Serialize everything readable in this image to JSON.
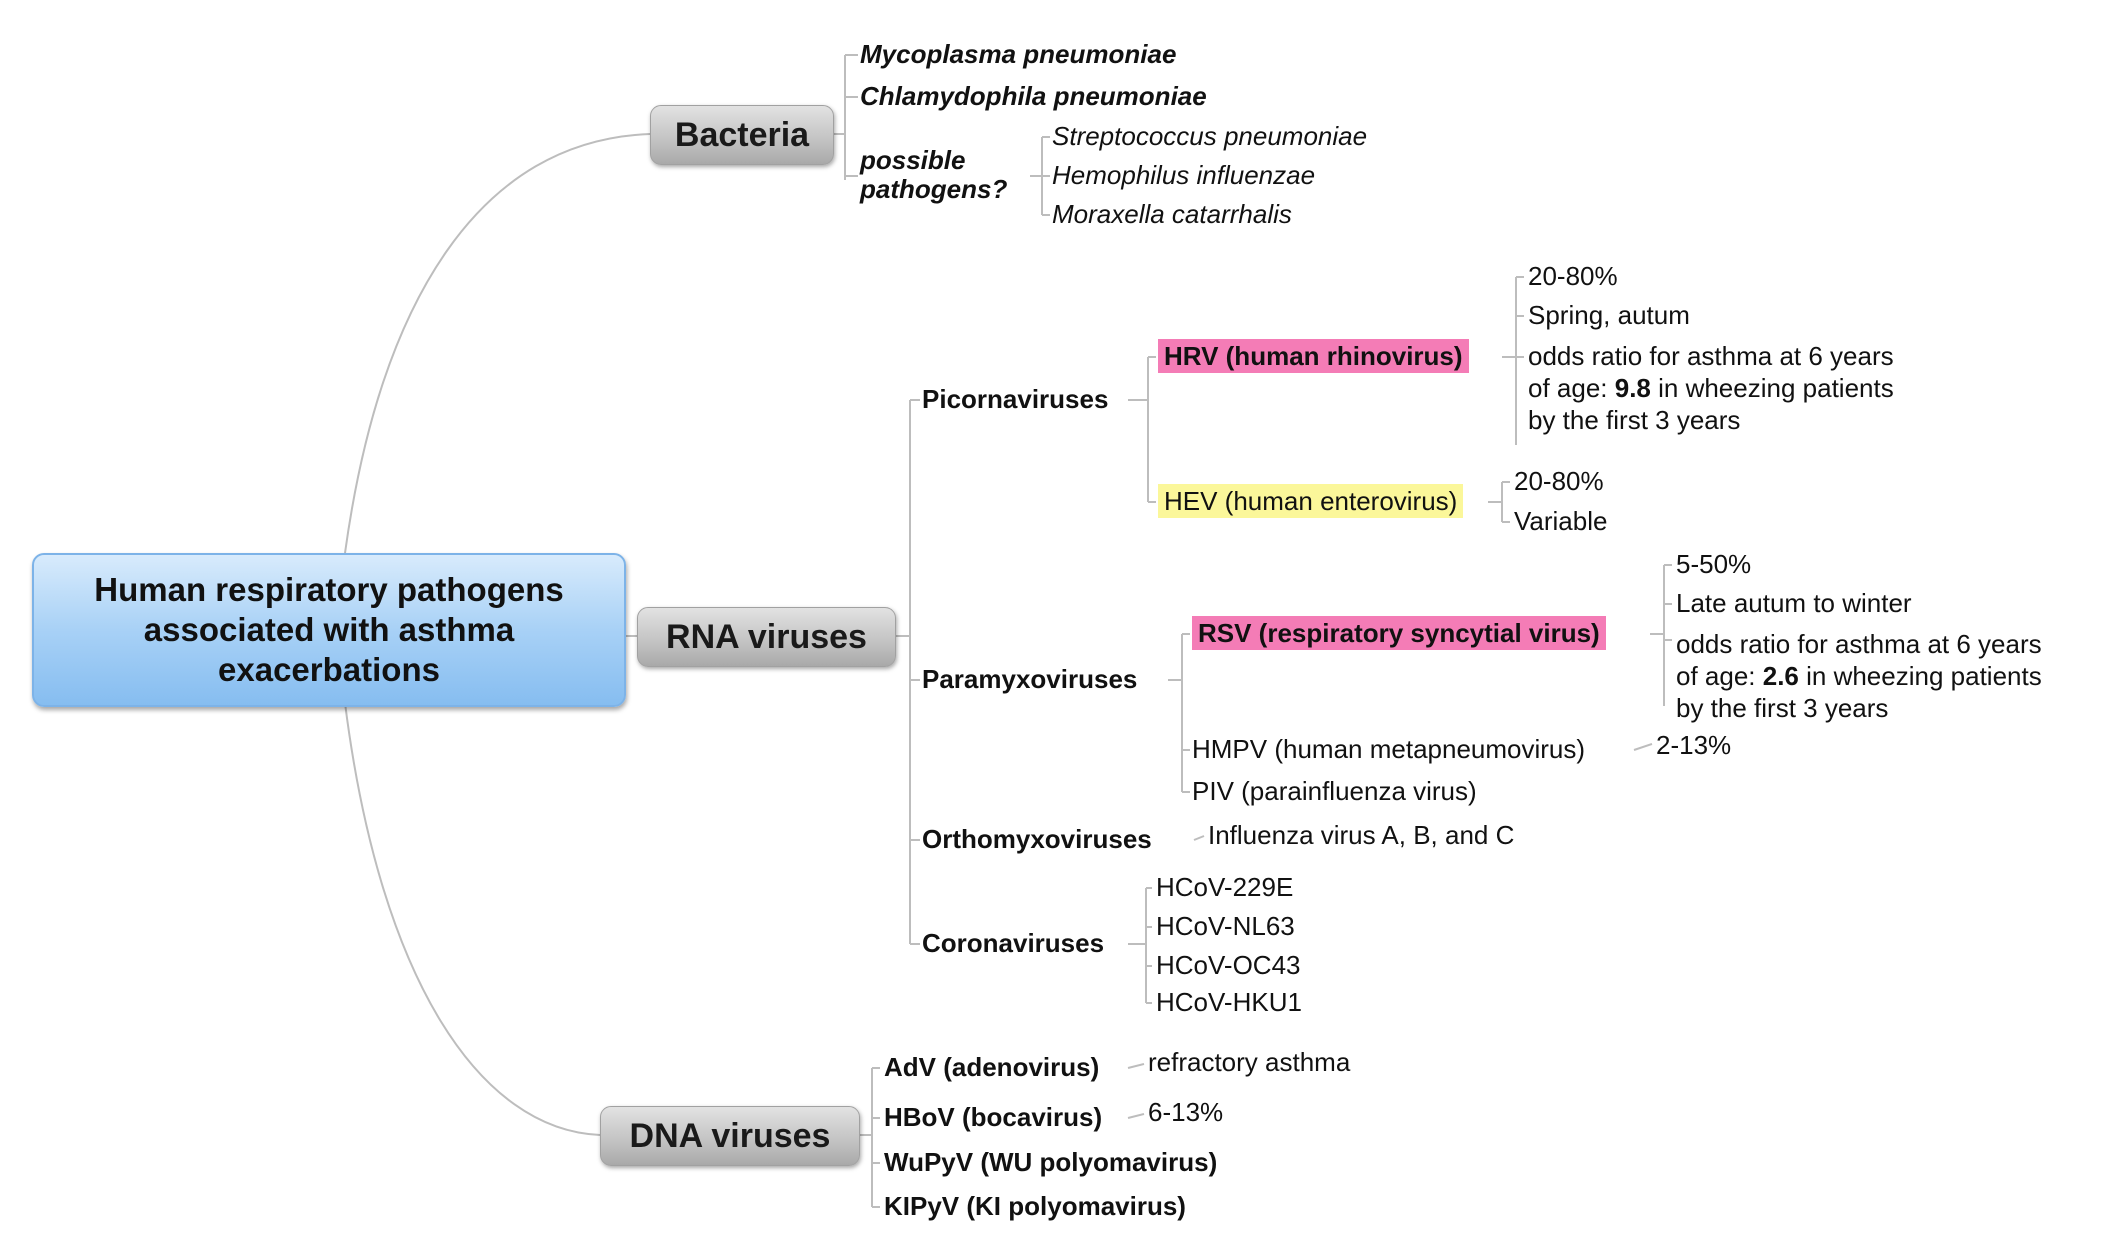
{
  "root": {
    "title": "Human respiratory pathogens\nassociated with asthma\nexacerbations"
  },
  "bacteria": {
    "label": "Bacteria",
    "items": [
      "Mycoplasma pneumoniae",
      "Chlamydophila pneumoniae"
    ],
    "possible_label": "possible\npathogens?",
    "possible_items": [
      "Streptococcus pneumoniae",
      "Hemophilus influenzae",
      "Moraxella catarrhalis"
    ]
  },
  "rna": {
    "label": "RNA viruses",
    "picornaviruses": {
      "label": "Picornaviruses",
      "hrv": {
        "label": "HRV (human rhinovirus)",
        "details": [
          "20-80%",
          "Spring, autum"
        ],
        "odds_pre": "odds ratio for asthma at 6 years\nof age: ",
        "odds_value": "9.8",
        "odds_post": " in wheezing patients\nby the first 3 years"
      },
      "hev": {
        "label": "HEV (human enterovirus)",
        "details": [
          "20-80%",
          "Variable"
        ]
      }
    },
    "paramyxoviruses": {
      "label": "Paramyxoviruses",
      "rsv": {
        "label": "RSV (respiratory syncytial virus)",
        "details": [
          "5-50%",
          "Late autum to winter"
        ],
        "odds_pre": "odds ratio for asthma at 6 years\nof age: ",
        "odds_value": "2.6",
        "odds_post": " in wheezing patients\nby the first 3 years"
      },
      "hmpv": {
        "label": "HMPV (human metapneumovirus)",
        "detail": "2-13%"
      },
      "piv": {
        "label": "PIV (parainfluenza virus)"
      }
    },
    "orthomyxoviruses": {
      "label": "Orthomyxoviruses",
      "detail": "Influenza virus A, B, and C"
    },
    "coronaviruses": {
      "label": "Coronaviruses",
      "items": [
        "HCoV-229E",
        "HCoV-NL63",
        "HCoV-OC43",
        "HCoV-HKU1"
      ]
    }
  },
  "dna": {
    "label": "DNA viruses",
    "adv": {
      "label": "AdV (adenovirus)",
      "detail": "refractory asthma"
    },
    "hbov": {
      "label": "HBoV (bocavirus)",
      "detail": "6-13%"
    },
    "wupyv": {
      "label": "WuPyV (WU polyomavirus)"
    },
    "kipyv": {
      "label": "KIPyV (KI polyomavirus)"
    }
  },
  "colors": {
    "root_fill": "#a8d1f6",
    "section_fill": "#c2c2c2",
    "pink_highlight": "#f47cb6",
    "yellow_highlight": "#fbf79a",
    "connector": "#bdbdbd"
  }
}
